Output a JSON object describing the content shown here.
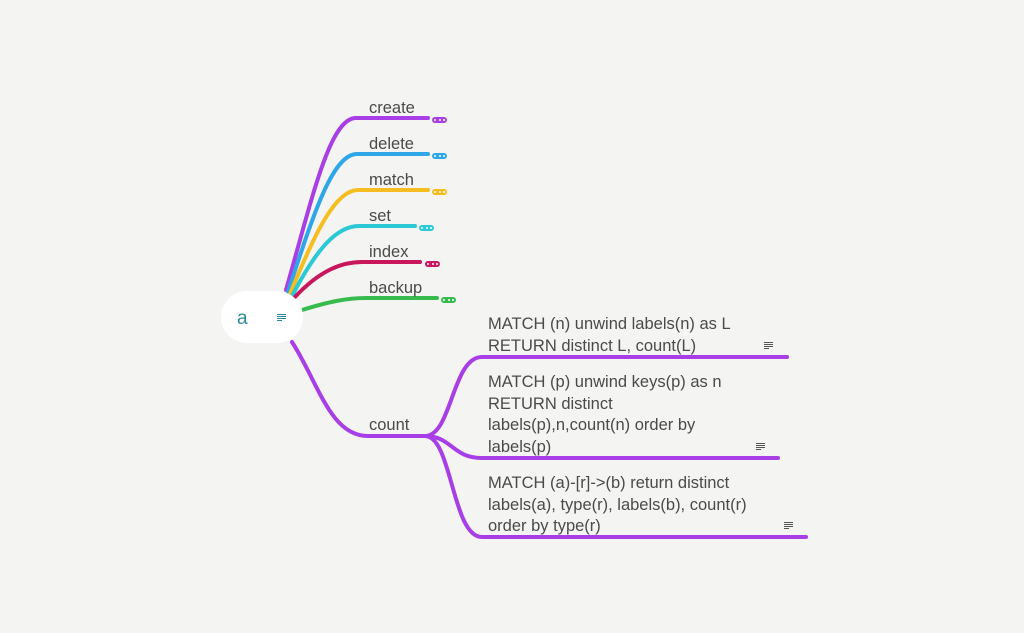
{
  "mindmap": {
    "root": {
      "label": "a",
      "color": "#2a8a98"
    },
    "branches": [
      {
        "label": "create",
        "color": "#a83ee6",
        "collapsed": true
      },
      {
        "label": "delete",
        "color": "#2fa6e8",
        "collapsed": true
      },
      {
        "label": "match",
        "color": "#f5bd1f",
        "collapsed": true
      },
      {
        "label": "set",
        "color": "#2bc8d6",
        "collapsed": true
      },
      {
        "label": "index",
        "color": "#c8175a",
        "collapsed": true
      },
      {
        "label": "backup",
        "color": "#38bb4e",
        "collapsed": true
      },
      {
        "label": "count",
        "color": "#a83ee6",
        "children": [
          {
            "text": "MATCH (n) unwind labels(n) as L\nRETURN  distinct L, count(L)"
          },
          {
            "text": "MATCH (p) unwind keys(p) as n\nRETURN  distinct\nlabels(p),n,count(n)  order by\nlabels(p)"
          },
          {
            "text": "MATCH (a)-[r]->(b)  return distinct\nlabels(a), type(r), labels(b), count(r)\norder by type(r)"
          }
        ]
      }
    ]
  }
}
